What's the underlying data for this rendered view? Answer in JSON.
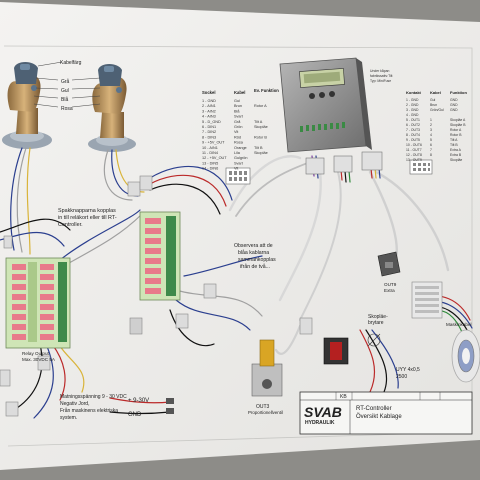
{
  "joystick": {
    "cable_colors": [
      "Kabelfärg",
      "Grå",
      "Gul",
      "Blå",
      "Rosa"
    ]
  },
  "note_spakk": [
    "Spakknapparna kopplas",
    "in till reläkort eller till RT-",
    "Controller."
  ],
  "relay_output": [
    "Relay Output",
    "Max. 30VDC 5A"
  ],
  "note_observera": [
    "Observera att de",
    "blåa kablarna",
    "sammankopplas",
    "ifrån de två..."
  ],
  "cable_table": {
    "headers": [
      "Sockel",
      "Kabel",
      "Ev. Funktion"
    ],
    "rows": [
      [
        "1 - GND",
        "Gul",
        ""
      ],
      [
        "2 - AIN1",
        "Brun",
        "Rotor A"
      ],
      [
        "3 - AIN2",
        "Blå",
        ""
      ],
      [
        "4 - AIN3",
        "Svart",
        ""
      ],
      [
        "5 - D_GND",
        "Grå",
        "Tilt A"
      ],
      [
        "6 - DIN1",
        "Grön",
        "Skopläe"
      ],
      [
        "7 - DIN2",
        "Vit",
        ""
      ],
      [
        "8 - DIN3",
        "Röd",
        "Rotor B"
      ],
      [
        "9 - +5V_OUT",
        "Rosa",
        ""
      ],
      [
        "10 - AIN1",
        "Orange",
        "Tilt B"
      ],
      [
        "11 - DIN4",
        "Lila",
        "Skopläe"
      ],
      [
        "12 - +5V_OUT",
        "Gulgrön",
        ""
      ],
      [
        "13 - DIN5",
        "Svart",
        ""
      ],
      [
        "14 - DIN6",
        "Vit",
        ""
      ]
    ]
  },
  "controller_note": [
    "Under kåpan",
    "fabrikssattv:Tilt",
    "Typ: MiniFuse"
  ],
  "right_table": {
    "headers": [
      "Kontakt",
      "Kabel",
      "Funktion"
    ],
    "rows": [
      [
        "1 - GND",
        "Gul",
        "GND"
      ],
      [
        "2 - GND",
        "Brun",
        "GND"
      ],
      [
        "3 - GND",
        "Grön/Gul",
        "GND"
      ],
      [
        "4 - GND",
        "",
        ""
      ],
      [
        "5 - OUT1",
        "1",
        "Skopläe A"
      ],
      [
        "6 - OUT2",
        "2",
        "Skopläe B"
      ],
      [
        "7 - OUT3",
        "3",
        "Rotor A"
      ],
      [
        "8 - OUT4",
        "4",
        "Rotor B"
      ],
      [
        "9 - OUT5",
        "5",
        "Tilt A"
      ],
      [
        "10 - OUT6",
        "6",
        "Tilt B"
      ],
      [
        "11 - OUT7",
        "7",
        "Extra A"
      ],
      [
        "12 - OUT8",
        "8",
        "Extra B"
      ],
      [
        "13 - OUT9",
        "",
        "Skopläe"
      ]
    ]
  },
  "labels": {
    "out9": [
      "OUT9",
      "Extra"
    ],
    "skoplae": [
      "Skopläe-",
      "brytare"
    ],
    "cable_spec": [
      "UYY 4x0,5",
      "2500"
    ],
    "maskin": "Maskinkabel",
    "out3": [
      "OUT3",
      "Proportionellventil"
    ],
    "supply": [
      "Matningsspänning 9 - 30 VDC",
      "Negativ Jord,",
      "Från maskinens elektriska",
      "system."
    ],
    "supply_plus": "+ 9-30V",
    "supply_gnd": "GND"
  },
  "title_block": {
    "brand": "SVAB",
    "brand_sub": "HYDRAULIK",
    "title_lines": [
      "RT-Controller",
      "Översikt Kablage"
    ],
    "kb": "KB"
  }
}
